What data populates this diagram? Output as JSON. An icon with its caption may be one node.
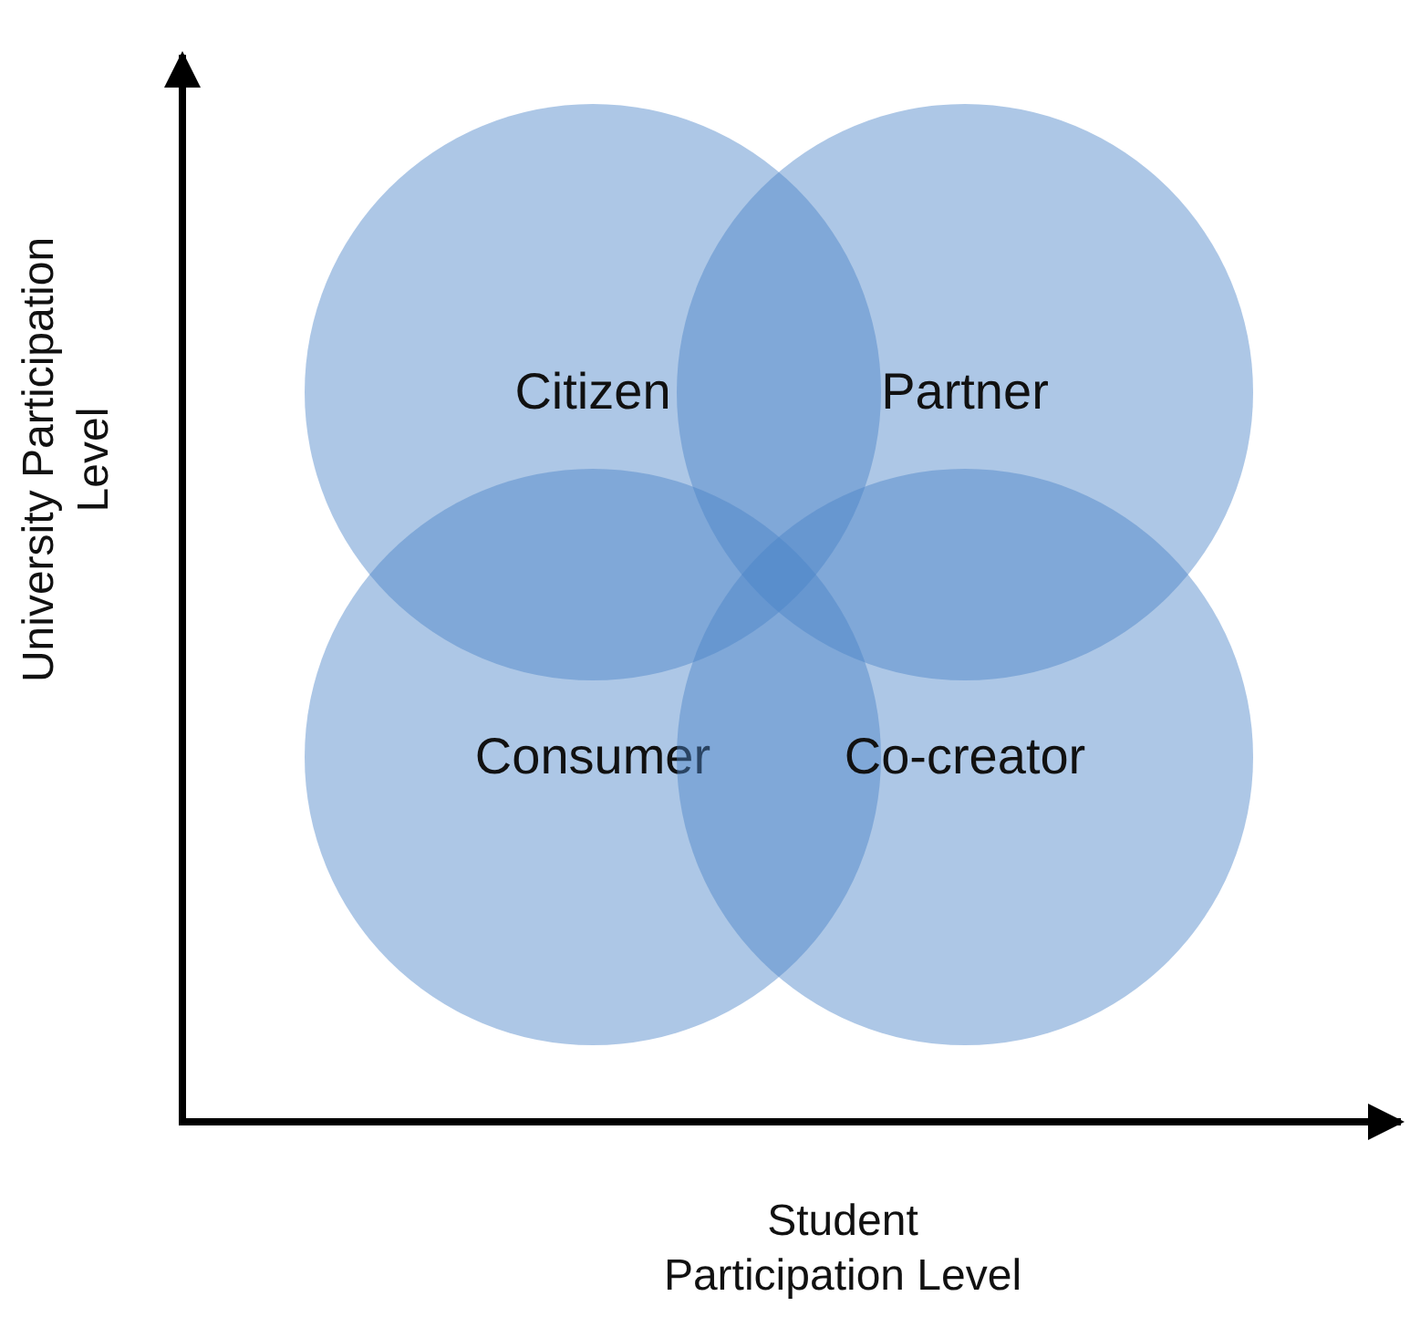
{
  "diagram": {
    "nodes": [
      {
        "text": [
          "Citizen"
        ]
      },
      {
        "text": [
          "Partner"
        ]
      },
      {
        "text": [
          "Consumer"
        ]
      },
      {
        "text": [
          "Co-creator"
        ]
      }
    ],
    "labels": [
      "University Participation Level",
      "Student Participation Level"
    ]
  }
}
